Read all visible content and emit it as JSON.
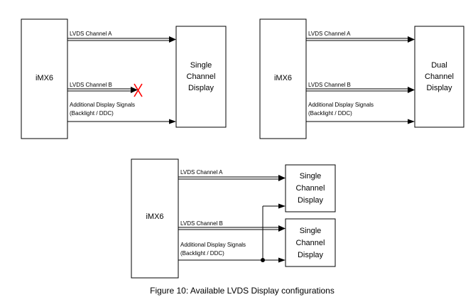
{
  "diagrams": {
    "single_channel": {
      "soc_label": "iMX6",
      "display_label": [
        "Single",
        "Channel",
        "Display"
      ],
      "signal_a": "LVDS Channel A",
      "signal_b": "LVDS Channel B",
      "signal_extra": [
        "Additional Display Signals",
        "(Backlight / DDC)"
      ],
      "x_mark": "X",
      "x_color": "#ff0000"
    },
    "dual_channel": {
      "soc_label": "iMX6",
      "display_label": [
        "Dual",
        "Channel",
        "Display"
      ],
      "signal_a": "LVDS Channel A",
      "signal_b": "LVDS Channel B",
      "signal_extra": [
        "Additional Display Signals",
        "(Backlight / DDC)"
      ]
    },
    "two_single_displays": {
      "soc_label": "iMX6",
      "display1_label": [
        "Single",
        "Channel",
        "Display"
      ],
      "display2_label": [
        "Single",
        "Channel",
        "Display"
      ],
      "signal_a": "LVDS Channel A",
      "signal_b": "LVDS Channel B",
      "signal_extra": [
        "Additional Display Signals",
        "(Backlight / DDC)"
      ]
    }
  },
  "caption": "Figure 10: Available LVDS Display configurations"
}
